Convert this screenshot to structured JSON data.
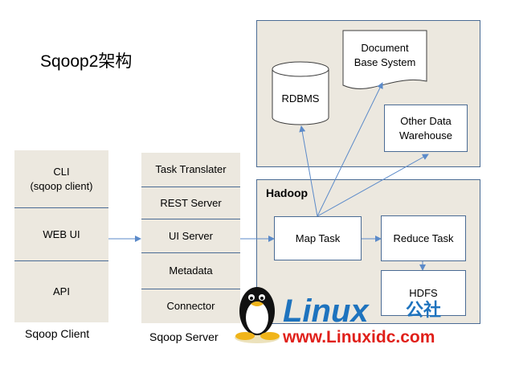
{
  "title": "Sqoop2架构",
  "client": {
    "label": "Sqoop Client",
    "items": [
      "CLI\n(sqoop client)",
      "WEB UI",
      "API"
    ]
  },
  "server": {
    "label": "Sqoop Server",
    "items": [
      "Task  Translater",
      "REST Server",
      "UI Server",
      "Metadata",
      "Connector"
    ]
  },
  "storage": {
    "rdbms": "RDBMS",
    "document": "Document\nBase System",
    "warehouse": "Other Data\nWarehouse"
  },
  "hadoop": {
    "title": "Hadoop",
    "map_task": "Map Task",
    "reduce_task": "Reduce Task",
    "hdfs": "HDFS"
  },
  "watermark": {
    "brand": "Linux",
    "brand_suffix": "公社",
    "url": "www.Linuxidc.com"
  },
  "colors": {
    "arrow": "#5b8ac9",
    "border": "#4a6b94",
    "panel_fill": "#ece8df",
    "brand_blue": "#1e73be",
    "brand_red": "#e0201a"
  }
}
